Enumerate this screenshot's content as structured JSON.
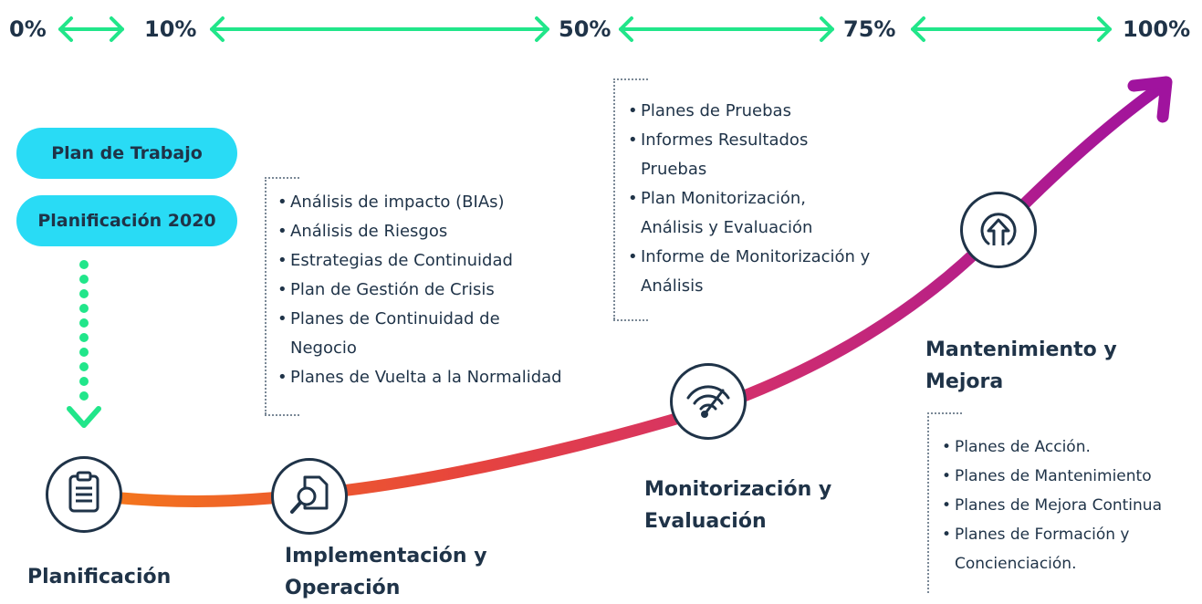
{
  "progress_scale": {
    "p0": "0%",
    "p10": "10%",
    "p50": "50%",
    "p75": "75%",
    "p100": "100%"
  },
  "colors": {
    "accent_green": "#21e68a",
    "pill_cyan": "#29dbf5",
    "text_navy": "#1f3348",
    "curve_start": "#f57a1a",
    "curve_mid": "#d4306a",
    "curve_end": "#a0139e"
  },
  "pills": {
    "plan_trabajo": "Plan de Trabajo",
    "planificacion_2020": "Planificación 2020"
  },
  "stages": {
    "planificacion": {
      "title": "Planificación",
      "icon": "clipboard-icon"
    },
    "implementacion": {
      "title_line1": "Implementación y",
      "title_line2": "Operación",
      "icon": "document-search-icon"
    },
    "monitorizacion": {
      "title_line1": "Monitorización y",
      "title_line2": "Evaluación",
      "icon": "gauge-signal-icon"
    },
    "mantenimiento": {
      "title_line1": "Mantenimiento y",
      "title_line2": "Mejora",
      "icon": "upload-cycle-icon"
    }
  },
  "lists": {
    "implementacion": [
      "Análisis de impacto (BIAs)",
      "Análisis de Riesgos",
      "Estrategias de Continuidad",
      "Plan de Gestión de Crisis",
      "Planes de Continuidad de Negocio",
      "Planes de Vuelta a la Normalidad"
    ],
    "monitorizacion": [
      "Planes de Pruebas",
      "Informes Resultados Pruebas",
      "Plan Monitorización, Análisis y Evaluación",
      "Informe de Monitorización y Análisis"
    ],
    "mantenimiento": [
      "Planes de Acción.",
      "Planes de Mantenimiento",
      "Planes de Mejora Continua",
      "Planes de Formación y Concienciación."
    ]
  }
}
